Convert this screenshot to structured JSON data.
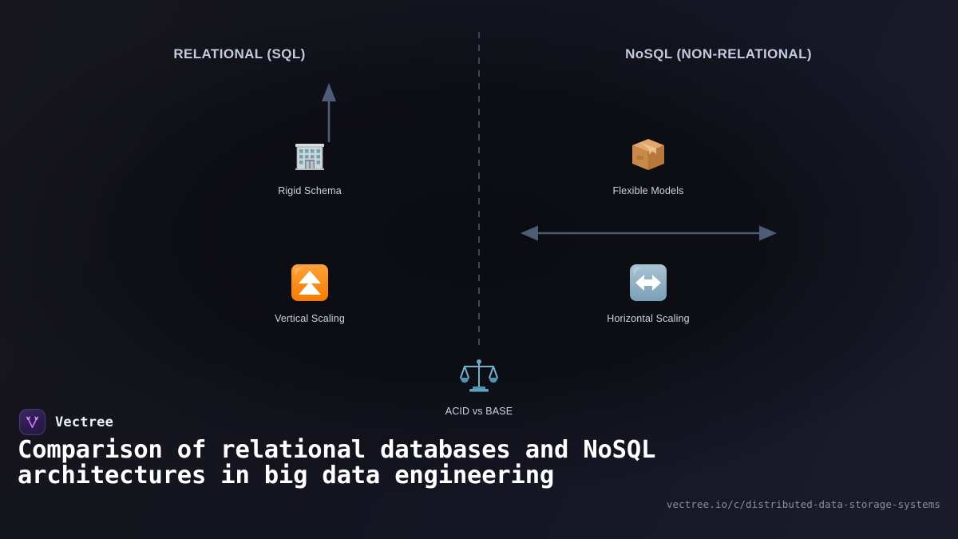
{
  "brand": {
    "name": "Vectree",
    "logo_icon": "vectree-logo-icon",
    "logo_bg": "#2c1f4d",
    "logo_mark_color": "#d46bff"
  },
  "headline": "Comparison of relational databases and NoSQL architectures in big data engineering",
  "source_url": "vectree.io/c/distributed-data-storage-systems",
  "columns": {
    "left": {
      "title": "RELATIONAL (SQL)"
    },
    "right": {
      "title": "NoSQL (NON-RELATIONAL)"
    }
  },
  "divider": {
    "style": "dashed-vertical",
    "color": "#3e465c"
  },
  "nodes": [
    {
      "id": "rigid-schema",
      "label": "Rigid Schema",
      "icon": "office-building-icon",
      "side": "left"
    },
    {
      "id": "flexible-models",
      "label": "Flexible Models",
      "icon": "package-box-icon",
      "side": "right"
    },
    {
      "id": "vertical-scaling",
      "label": "Vertical Scaling",
      "icon": "double-up-arrow-icon",
      "side": "left"
    },
    {
      "id": "horizontal-scaling",
      "label": "Horizontal Scaling",
      "icon": "left-right-arrow-icon",
      "side": "right"
    },
    {
      "id": "acid-base",
      "label": "ACID vs BASE",
      "icon": "balance-scale-icon",
      "side": "center"
    }
  ],
  "arrows": [
    {
      "id": "vertical-scale-arrow",
      "direction": "up",
      "color": "#4d5d77"
    },
    {
      "id": "horizontal-scale-arrow",
      "direction": "left-right",
      "color": "#4d5d77"
    }
  ],
  "colors": {
    "background_top_left": "#17161d",
    "background_top_right": "#1b1b2c",
    "background_center": "#0c0d12",
    "header_text": "#c3cbdd",
    "caption_text": "#cdd3df",
    "headline_text": "#ffffff",
    "url_text": "#8b8d99",
    "arrow": "#4d5d77",
    "divider": "#3e465c"
  }
}
